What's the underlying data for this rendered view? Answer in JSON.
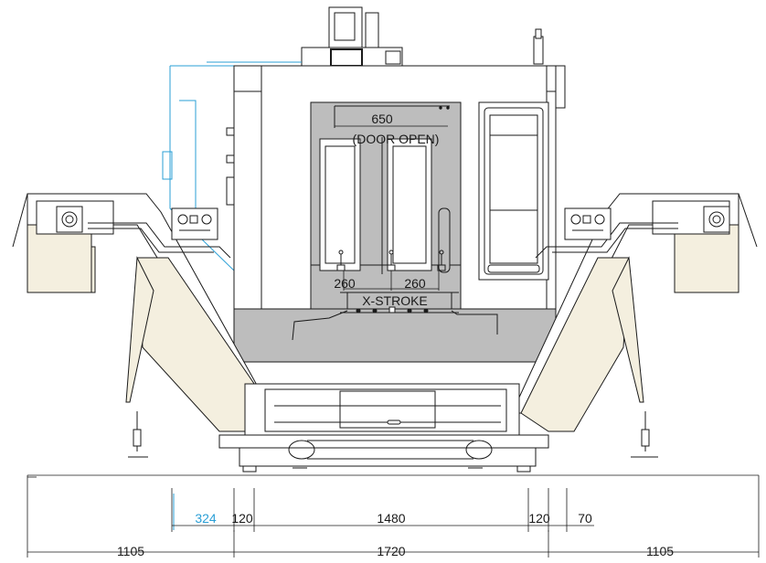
{
  "drawing": {
    "colors": {
      "line": "#1a1a1a",
      "gray": "#bdbdbd",
      "gray_dark": "#a9a9a9",
      "cream": "#f4efdf",
      "cyan": "#2a9fd6",
      "white": "#ffffff"
    },
    "labels": {
      "door_open_width": "650",
      "door_open_note": "(DOOR OPEN)",
      "x_stroke_left": "260",
      "x_stroke_right": "260",
      "x_stroke_label": "X-STROKE"
    },
    "dimensions_row1": {
      "cyan_offset": "324",
      "left_gap": "120",
      "base_width": "1480",
      "right_gap": "120",
      "right_offset": "70"
    },
    "dimensions_row2": {
      "left": "1105",
      "center": "1720",
      "right": "1105"
    }
  }
}
